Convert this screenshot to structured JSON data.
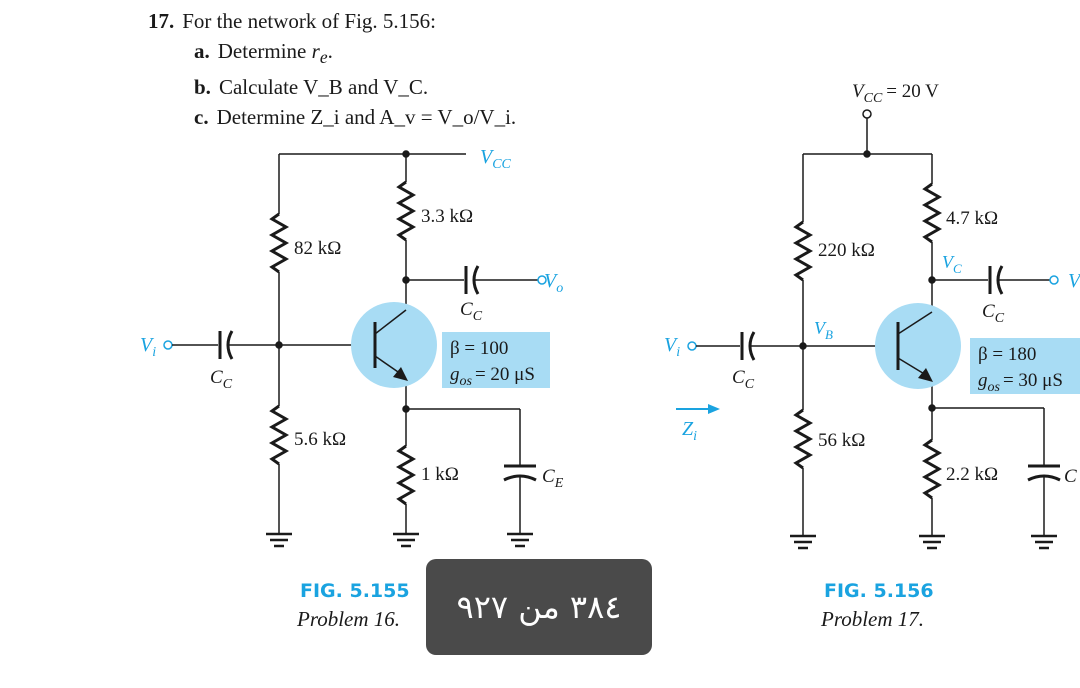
{
  "problem": {
    "number": "17.",
    "intro": "For the network of Fig. 5.156:",
    "items": [
      {
        "label": "a.",
        "text_before": "Determine ",
        "sym": "r",
        "sub": "e",
        "text_after": "."
      },
      {
        "label": "b.",
        "text": "Calculate V_B and V_C."
      },
      {
        "label": "c.",
        "text": "Determine Z_i and A_v = V_o/V_i."
      }
    ]
  },
  "fig155": {
    "caption_title": "FIG. 5.155",
    "caption_sub": "Problem 16.",
    "vcc": "CC",
    "r_top": "82 kΩ",
    "r_bottom": "5.6 kΩ",
    "rc": "3.3 kΩ",
    "re": "1 kΩ",
    "beta": "β = 100",
    "gos_val": "= 20 μS",
    "cap_c_label": "C",
    "cap_c_sub": "C",
    "cap_e_sub": "E"
  },
  "fig156": {
    "caption_title": "FIG. 5.156",
    "caption_sub": "Problem 17.",
    "vcc_value": "= 20 V",
    "r_top": "220 kΩ",
    "r_bottom": "56 kΩ",
    "rc": "4.7 kΩ",
    "re": "2.2 kΩ",
    "beta": "β = 180",
    "gos_val": "= 30 μS"
  },
  "overlay": {
    "page_text": "٣٨٤ من ٩٢٧"
  },
  "colors": {
    "accent": "#1aa3e0",
    "transistor_fill": "#a8dcf4",
    "overlay_bg": "#4a4a4a"
  }
}
